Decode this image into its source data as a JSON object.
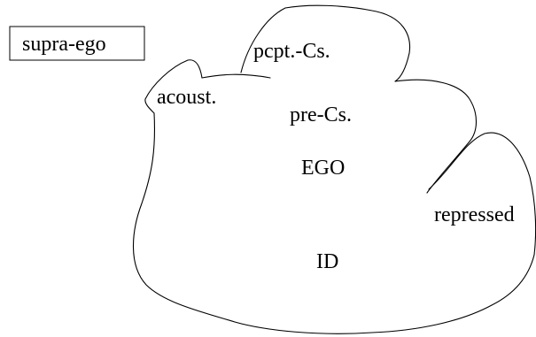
{
  "labels": {
    "supra_ego": "supra-ego",
    "pcpt_cs": "pcpt.-Cs.",
    "acoust": "acoust.",
    "pre_cs": "pre-Cs.",
    "ego": "EGO",
    "repressed": "repressed",
    "id": "ID"
  },
  "colors": {
    "stroke": "#000000",
    "background": "#ffffff"
  }
}
